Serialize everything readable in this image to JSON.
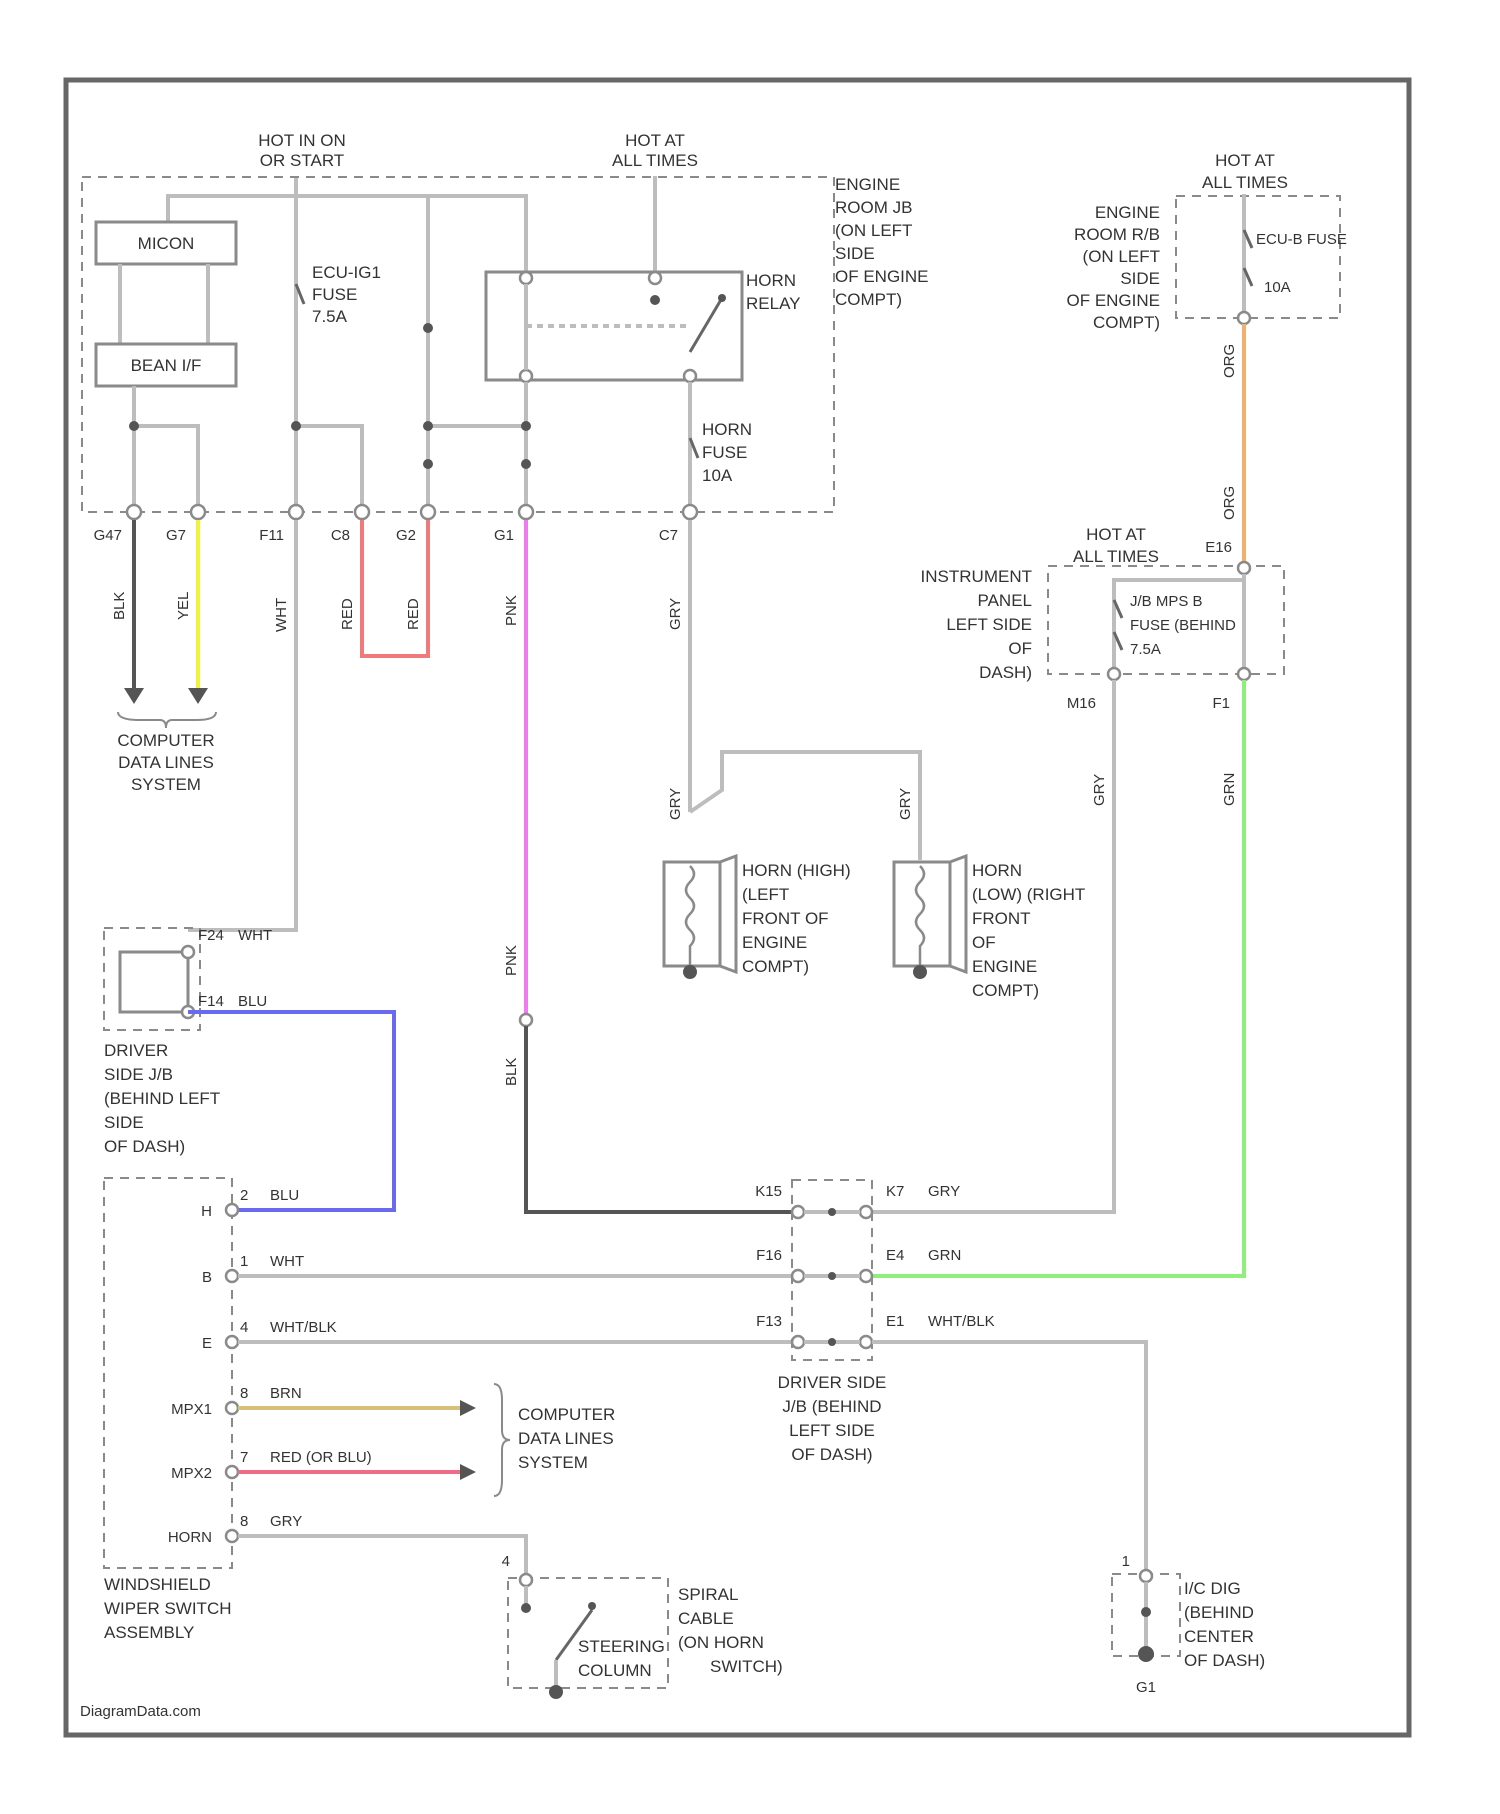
{
  "colors": {
    "frame": "#666666",
    "wire_gray": "#bdbdbd",
    "wire_black": "#555555",
    "wire_yellow": "#f2f23a",
    "wire_red": "#f07a7a",
    "wire_pink": "#f07af0",
    "wire_blue": "#6a6af0",
    "wire_orange": "#f0b070",
    "wire_green": "#8ef07a",
    "wire_tan": "#d9bf7a",
    "wire_red_or_blu": "#f06b85"
  },
  "labels": {
    "hot_ig_on": [
      "HOT IN ON",
      "OR START"
    ],
    "hot_all_times_top": [
      "HOT AT",
      "ALL TIMES"
    ],
    "engine_room_jb": [
      "ENGINE",
      "ROOM JB",
      "(ON LEFT",
      "SIDE",
      "OF ENGINE",
      "COMPT)"
    ],
    "hot_all_times_right": [
      "HOT AT",
      "ALL TIMES"
    ],
    "engine_room_rb": [
      "ENGINE",
      "ROOM R/B",
      "(ON LEFT",
      "SIDE",
      "OF ENGINE",
      "COMPT)"
    ],
    "ecu_b_fuse": "ECU-B FUSE",
    "ecu_b_amp": "10A",
    "micon": "MICON",
    "bean_if": "BEAN I/F",
    "ecu_ig_fuse": [
      "ECU-IG1",
      "FUSE",
      "7.5A"
    ],
    "horn_relay": [
      "HORN",
      "RELAY"
    ],
    "horn_fuse": [
      "HORN",
      "FUSE",
      "10A"
    ],
    "computer_data_lines_1": [
      "COMPUTER",
      "DATA LINES",
      "SYSTEM"
    ],
    "hot_all_times_ip": [
      "HOT AT",
      "ALL TIMES"
    ],
    "instrument_panel": [
      "INSTRUMENT",
      "PANEL",
      "LEFT SIDE",
      "OF",
      "DASH)"
    ],
    "jb_mps_fuse": [
      "J/B MPS B",
      "FUSE (BEHIND",
      "7.5A"
    ],
    "horn_high": [
      "HORN (HIGH)",
      "(LEFT",
      "FRONT OF",
      "ENGINE",
      "COMPT)"
    ],
    "horn_low": [
      "HORN",
      "(LOW) (RIGHT",
      "FRONT",
      "OF",
      "ENGINE",
      "COMPT)"
    ],
    "driver_side_jb_left": [
      "DRIVER",
      "SIDE J/B",
      "(BEHIND LEFT",
      "SIDE",
      "OF DASH)"
    ],
    "driver_side_jb_center": [
      "DRIVER SIDE",
      "J/B (BEHIND",
      "LEFT SIDE",
      "OF DASH)"
    ],
    "computer_data_lines_2": [
      "COMPUTER",
      "DATA LINES",
      "SYSTEM"
    ],
    "windshield_wiper_switch": [
      "WINDSHIELD",
      "WIPER SWITCH",
      "ASSEMBLY"
    ],
    "spiral_cable": [
      "SPIRAL",
      "CABLE",
      "(ON HORN",
      "SWITCH)"
    ],
    "steering_column": [
      "STEERING",
      "COLUMN"
    ],
    "ground_label": [
      "I/C DIG",
      "(BEHIND",
      "CENTER",
      "OF DASH)"
    ],
    "ground_id": "G1",
    "watermark": "DiagramData.com"
  },
  "connectors": {
    "c1": "G47",
    "c2": "G7",
    "c3": "F11",
    "c4": "C8",
    "c5": "G2",
    "c6": "G1",
    "c7": "C7",
    "e16": "E16",
    "m16": "M16",
    "f1": "F1",
    "f24": "F24",
    "f14": "F14",
    "k15": "K15",
    "f16": "F16",
    "f13": "F13",
    "k7": "K7",
    "e4": "E4",
    "e1": "E1",
    "sw_pins": [
      "2",
      "1",
      "4",
      "8",
      "7",
      "8"
    ],
    "sw_terms": [
      "H",
      "B",
      "E",
      "MPX1",
      "MPX2",
      "HORN"
    ],
    "spiral_pin": "4",
    "ground_pin": "1"
  },
  "wires": {
    "blk": "BLK",
    "yel": "YEL",
    "wht": "WHT",
    "red": "RED",
    "pnk": "PNK",
    "gry": "GRY",
    "org": "ORG",
    "grn": "GRN",
    "blu": "BLU",
    "wht_blk": "WHT/BLK",
    "brn": "BRN",
    "red_or_blu": "RED (OR BLU)"
  }
}
